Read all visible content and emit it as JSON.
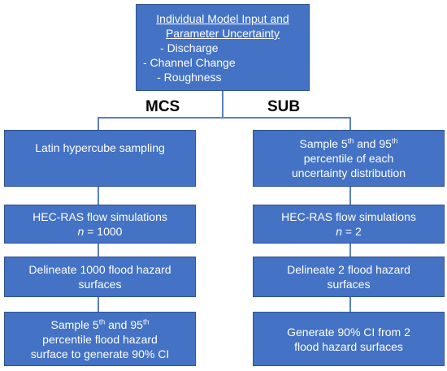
{
  "top_box": {
    "title_line1": "Individual Model Input and",
    "title_line2": "Parameter Uncertainty",
    "items": [
      "- Discharge",
      "- Channel Change",
      "- Roughness"
    ]
  },
  "branches": {
    "left_label": "MCS",
    "right_label": "SUB"
  },
  "mcs": {
    "step1": "Latin hypercube sampling",
    "step2_line1": "HEC-RAS flow simulations",
    "step2_n_var": "n",
    "step2_n_value": " = 1000",
    "step3_line1": "Delineate 1000 flood hazard",
    "step3_line2": "surfaces",
    "step4_a": "Sample 5",
    "step4_sup1": "th",
    "step4_b": " and 95",
    "step4_sup2": "th",
    "step4_line2": "percentile flood hazard",
    "step4_line3": "surface to generate 90% CI"
  },
  "sub": {
    "step1_a": "Sample 5",
    "step1_sup1": "th",
    "step1_b": " and 95",
    "step1_sup2": "th",
    "step1_line2": "percentile of each",
    "step1_line3": "uncertainty distribution",
    "step2_line1": "HEC-RAS flow simulations",
    "step2_n_var": "n",
    "step2_n_value": " = 2",
    "step3_line1": "Delineate 2 flood hazard",
    "step3_line2": "surfaces",
    "step4_line1": "Generate 90% CI from 2",
    "step4_line2": "flood hazard surfaces"
  }
}
